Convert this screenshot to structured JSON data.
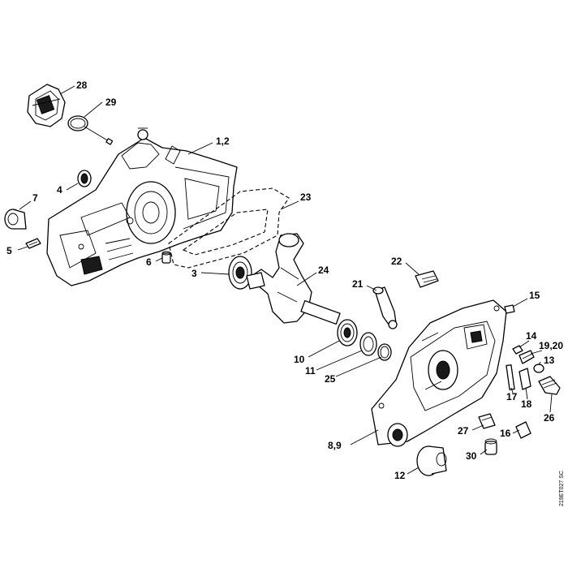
{
  "callouts": [
    {
      "id": "28",
      "label": "28"
    },
    {
      "id": "29",
      "label": "29"
    },
    {
      "id": "1-2",
      "label": "1,2"
    },
    {
      "id": "4",
      "label": "4"
    },
    {
      "id": "7",
      "label": "7"
    },
    {
      "id": "23",
      "label": "23"
    },
    {
      "id": "5",
      "label": "5"
    },
    {
      "id": "6",
      "label": "6"
    },
    {
      "id": "24",
      "label": "24"
    },
    {
      "id": "3",
      "label": "3"
    },
    {
      "id": "22",
      "label": "22"
    },
    {
      "id": "21",
      "label": "21"
    },
    {
      "id": "15",
      "label": "15"
    },
    {
      "id": "14",
      "label": "14"
    },
    {
      "id": "19-20",
      "label": "19,20"
    },
    {
      "id": "13",
      "label": "13"
    },
    {
      "id": "10",
      "label": "10"
    },
    {
      "id": "11",
      "label": "11"
    },
    {
      "id": "25",
      "label": "25"
    },
    {
      "id": "17",
      "label": "17"
    },
    {
      "id": "18",
      "label": "18"
    },
    {
      "id": "26",
      "label": "26"
    },
    {
      "id": "8-9",
      "label": "8,9"
    },
    {
      "id": "27",
      "label": "27"
    },
    {
      "id": "16",
      "label": "16"
    },
    {
      "id": "30",
      "label": "30"
    },
    {
      "id": "12",
      "label": "12"
    }
  ],
  "drawing_reference": "219ET027 SC"
}
